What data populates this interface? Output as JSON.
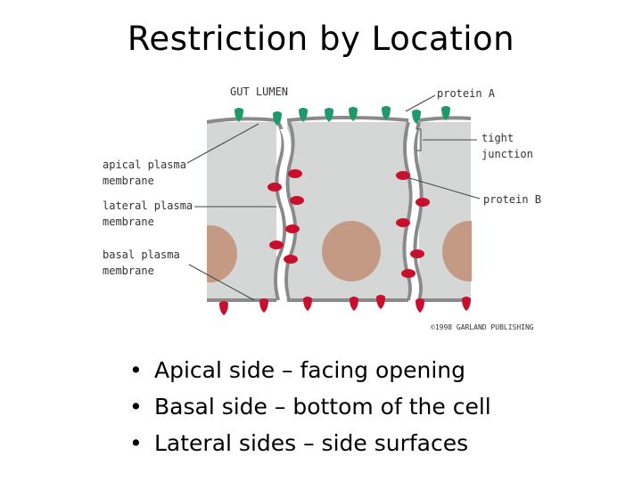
{
  "slide": {
    "title": "Restriction by Location"
  },
  "diagram": {
    "labels": {
      "gut_lumen": "GUT LUMEN",
      "protein_a": "protein A",
      "tight_junction_1": "tight",
      "tight_junction_2": "junction",
      "apical_1": "apical plasma",
      "apical_2": "membrane",
      "lateral_1": "lateral plasma",
      "lateral_2": "membrane",
      "basal_1": "basal plasma",
      "basal_2": "membrane",
      "protein_b": "protein B",
      "copyright": "©1998 GARLAND PUBLISHING"
    },
    "colors": {
      "cytoplasm": "#d4d7d6",
      "membrane": "#8a8a8a",
      "nucleus": "#c49a84",
      "protein_a": "#1e9a6a",
      "protein_b": "#c8102e"
    }
  },
  "bullets": [
    "Apical side – facing opening",
    "Basal side – bottom of the cell",
    "Lateral sides – side surfaces"
  ]
}
